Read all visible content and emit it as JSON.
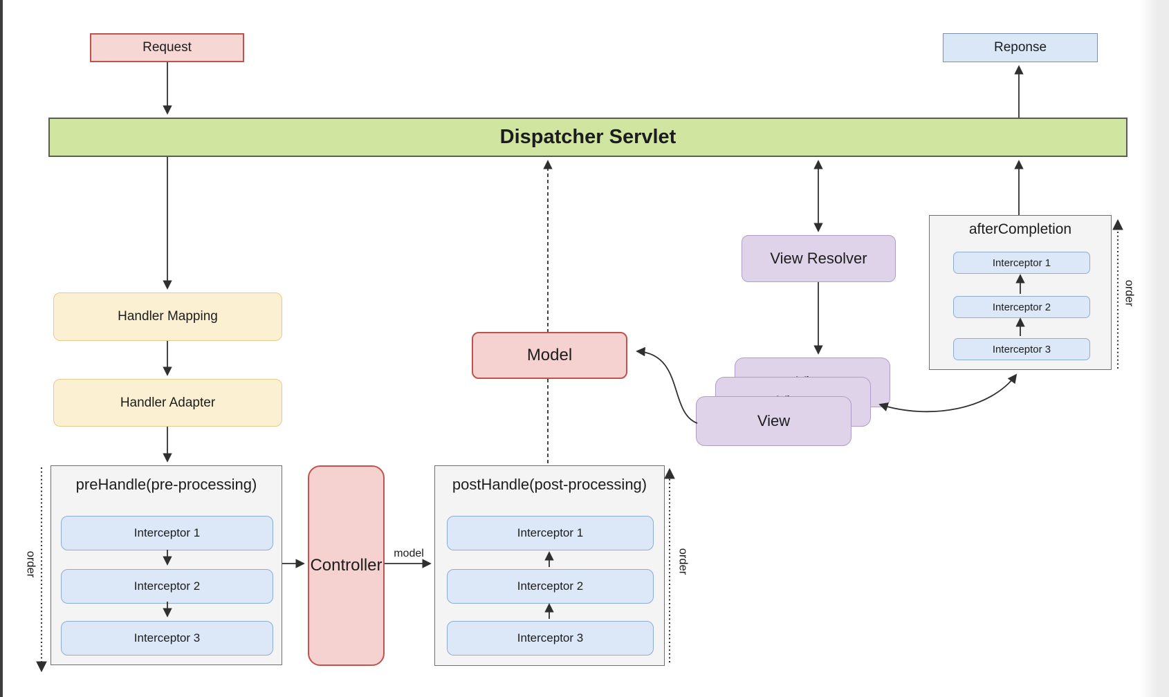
{
  "colors": {
    "request_fill": "#f6d7d3",
    "request_border": "#c0524d",
    "response_fill": "#dae7f7",
    "response_border": "#7d8fa8",
    "dispatcher_fill": "#d0e5a0",
    "dispatcher_border": "#5a5a5a",
    "handler_fill": "#fbf0d2",
    "handler_border": "#e2cb8e",
    "group_fill": "#f4f4f4",
    "group_border": "#6e6e6e",
    "interceptor_fill": "#dce8f7",
    "interceptor_border": "#8cacd6",
    "purple_fill": "#ded3e9",
    "purple_border": "#af9cc9",
    "pink_fill": "#f5d2cf",
    "pink_border": "#c0524d",
    "arrow": "#2f2f2f",
    "text": "#1c1c1c"
  },
  "nodes": {
    "request": "Request",
    "response": "Reponse",
    "dispatcher": "Dispatcher Servlet",
    "handler_mapping": "Handler Mapping",
    "handler_adapter": "Handler Adapter",
    "controller": "Controller",
    "model": "Model",
    "view_resolver": "View Resolver",
    "view": "View"
  },
  "groups": {
    "pre_handle": {
      "title": "preHandle(pre-processing)",
      "interceptors": [
        "Interceptor 1",
        "Interceptor 2",
        "Interceptor 3"
      ]
    },
    "post_handle": {
      "title": "postHandle(post-processing)",
      "interceptors": [
        "Interceptor 1",
        "Interceptor 2",
        "Interceptor 3"
      ]
    },
    "after_completion": {
      "title": "afterCompletion",
      "interceptors": [
        "Interceptor 1",
        "Interceptor 2",
        "Interceptor 3"
      ]
    }
  },
  "edge_labels": {
    "model": "model",
    "order": "order"
  }
}
